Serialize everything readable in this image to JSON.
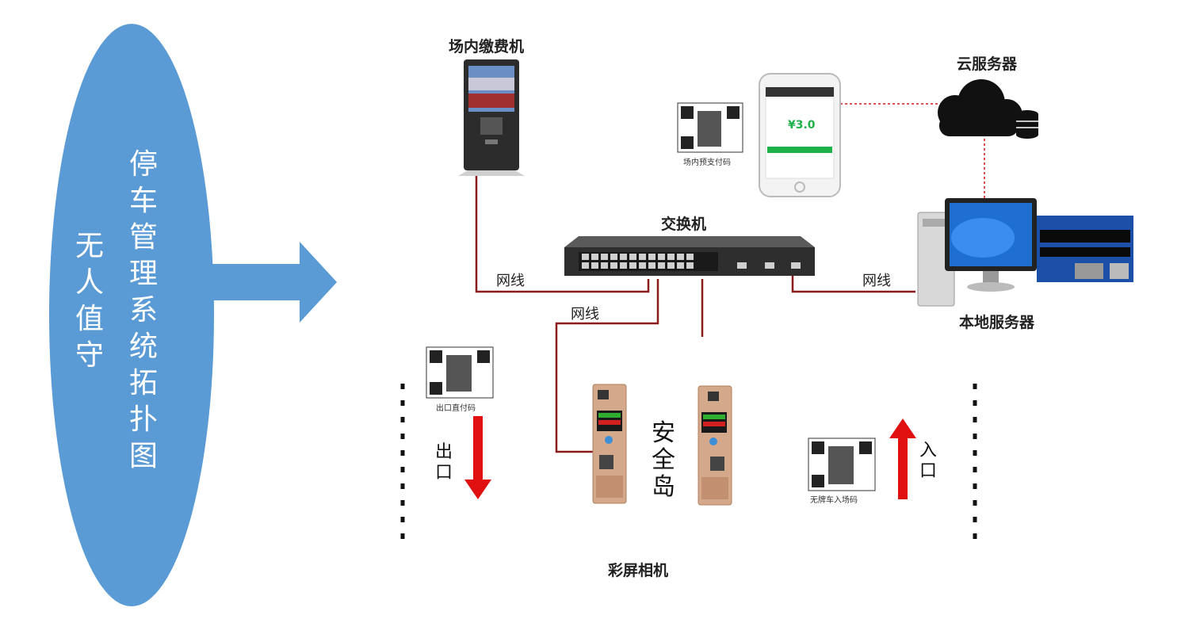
{
  "left_panel": {
    "title": "停车管理系统拓扑图",
    "subtitle": "无人值守",
    "color": "#5b9bd5"
  },
  "devices": {
    "kiosk": "场内缴费机",
    "cloud": "云服务器",
    "switch": "交换机",
    "local_server": "本地服务器",
    "camera": "彩屏相机",
    "island": "安全岛",
    "exit": "出口",
    "entrance": "入口"
  },
  "wires": {
    "kiosk_wire": "网线",
    "camera_wire": "网线",
    "server_wire": "网线"
  },
  "qr_codes": {
    "inner_prepay": "场内预支付码",
    "exit_pay": "出口直付码",
    "no_plate_entry": "无牌车入场码"
  },
  "phone": {
    "amount": "¥3.0"
  },
  "colors": {
    "wire": "#8b1a1a",
    "arrow_red": "#e01010",
    "dotted": "#e05050",
    "arrow_blue": "#5b9bd5"
  }
}
